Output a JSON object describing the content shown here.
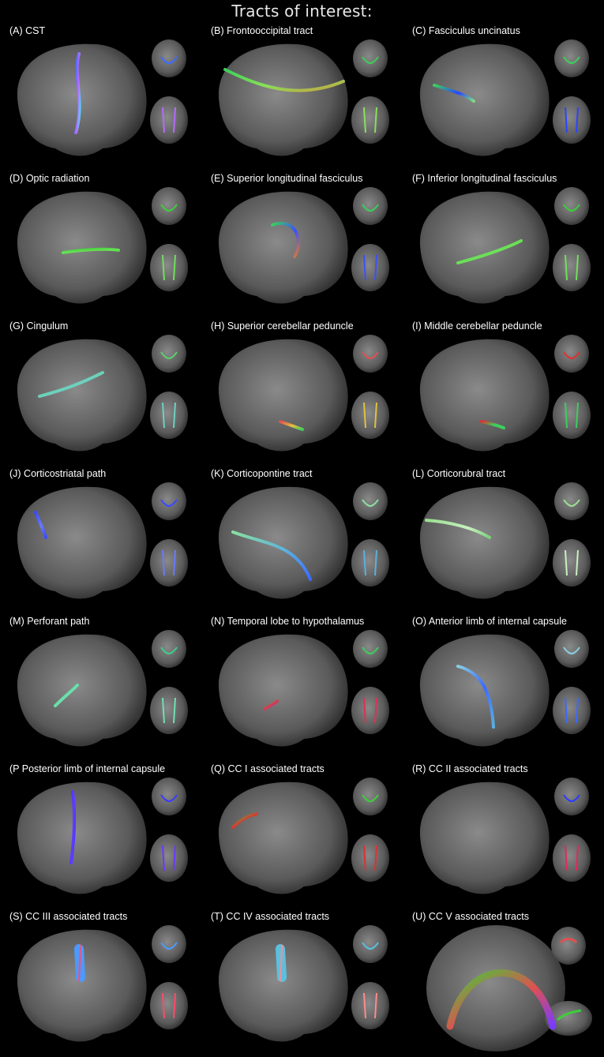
{
  "figure": {
    "title": "Tracts of interest:",
    "panels": [
      {
        "label": "(A) CST",
        "tract": "vertical",
        "colors": [
          "#3a6bff",
          "#b46bff",
          "#5ad0ff"
        ]
      },
      {
        "label": "(B) Frontooccipital tract",
        "tract": "long-horizontal",
        "colors": [
          "#3ccf5a",
          "#88e05a",
          "#c8a040"
        ]
      },
      {
        "label": "(C) Fasciculus uncinatus",
        "tract": "frontal-hook",
        "colors": [
          "#3ccf5a",
          "#2a45ff",
          "#7fe07a"
        ]
      },
      {
        "label": "(D) Optic radiation",
        "tract": "mid-horizontal",
        "colors": [
          "#3ccf3a",
          "#6fe05a",
          "#3ccf3a"
        ]
      },
      {
        "label": "(E) Superior longitudinal fasciculus",
        "tract": "arc",
        "colors": [
          "#3ccf5a",
          "#3a50ff",
          "#e07a30"
        ]
      },
      {
        "label": "(F) Inferior longitudinal fasciculus",
        "tract": "low-horizontal",
        "colors": [
          "#3ccf3a",
          "#6fe05a",
          "#3ccf3a"
        ]
      },
      {
        "label": "(G) Cingulum",
        "tract": "cingulum",
        "colors": [
          "#5ad06a",
          "#6fd0c0",
          "#4ccf5a"
        ]
      },
      {
        "label": "(H) Superior cerebellar peduncle",
        "tract": "cerebellar",
        "colors": [
          "#e05050",
          "#e0c040",
          "#3ccf5a"
        ]
      },
      {
        "label": "(I) Middle cerebellar peduncle",
        "tract": "cerebellar-small",
        "colors": [
          "#e03030",
          "#3ccf5a",
          "#3ccf5a"
        ]
      },
      {
        "label": "(J) Corticostriatal path",
        "tract": "frontal-short",
        "colors": [
          "#3a4aff",
          "#6a7aff",
          "#3a4aff"
        ]
      },
      {
        "label": "(K) Corticopontine tract",
        "tract": "hook-down",
        "colors": [
          "#8ae0a0",
          "#5ab0e0",
          "#3a6aff"
        ]
      },
      {
        "label": "(L) Corticorubral tract",
        "tract": "frontal-long",
        "colors": [
          "#9ae090",
          "#c8f0c0",
          "#7ad07a"
        ]
      },
      {
        "label": "(M) Perforant path",
        "tract": "short-diagonal",
        "colors": [
          "#3ccf8a",
          "#6fe0b0",
          "#3ccf8a"
        ]
      },
      {
        "label": "(N) Temporal lobe to hypothalamus",
        "tract": "small-cluster",
        "colors": [
          "#3ccf5a",
          "#e03050",
          "#3a7aff"
        ]
      },
      {
        "label": "(O) Anterior limb of internal capsule",
        "tract": "diag-down",
        "colors": [
          "#8ad0e0",
          "#3a6aff",
          "#5ab0e0"
        ]
      },
      {
        "label": "(P Posterior limb of internal capsule",
        "tract": "vertical-blue",
        "colors": [
          "#3a3aff",
          "#6a3aff",
          "#3a3aff"
        ]
      },
      {
        "label": "(Q) CC I associated tracts",
        "tract": "fan-front",
        "colors": [
          "#3ccf3a",
          "#e03030",
          "#7fe07a"
        ]
      },
      {
        "label": "(R) CC II associated tracts",
        "tract": "block",
        "colors": [
          "#2a3aff",
          "#e02a5a",
          "#2a3aff"
        ]
      },
      {
        "label": "(S) CC III associated tracts",
        "tract": "block-small",
        "colors": [
          "#4a9aff",
          "#ff4a6a",
          "#4a9aff"
        ]
      },
      {
        "label": "(T) CC IV associated tracts",
        "tract": "block-small",
        "colors": [
          "#5ac0e0",
          "#ff8a8a",
          "#5ac0e0"
        ]
      },
      {
        "label": "(U) CC V associated tracts",
        "tract": "arch",
        "colors": [
          "#3ccf3a",
          "#e05050",
          "#7a3aff"
        ]
      }
    ]
  }
}
